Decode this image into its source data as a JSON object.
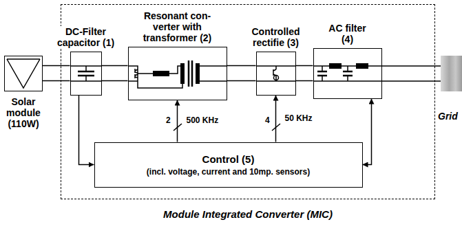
{
  "diagram": {
    "nodes": [
      {
        "text": [
          "Solar module (110W)"
        ]
      },
      {
        "text": [
          "Module Integrated Converter (MIC)"
        ]
      },
      {
        "text": [
          "DC-Filter capacitor (1)"
        ],
        "in": 1
      },
      {
        "text": [
          "Resonant con- verter with transformer (2)"
        ],
        "in": 1
      },
      {
        "text": [
          "Controlled rectifie (3)"
        ],
        "in": 1
      },
      {
        "text": [
          "AC filter (4)"
        ],
        "in": 1
      },
      {
        "text": [
          "Control (5)",
          "(incl. voltage, current and 10mp. sensors)"
        ],
        "in": 1
      },
      {
        "text": [
          "Grid"
        ]
      }
    ],
    "edges": [
      {
        "from": 0,
        "to": 2,
        "arrow": "none"
      },
      {
        "from": 2,
        "to": 3,
        "arrow": "none"
      },
      {
        "from": 3,
        "to": 4,
        "arrow": "none"
      },
      {
        "from": 4,
        "to": 5,
        "arrow": "none"
      },
      {
        "from": 5,
        "to": 7,
        "arrow": "none"
      },
      {
        "from": 2,
        "to": 6,
        "arrow": "to"
      },
      {
        "from": 6,
        "to": 3,
        "arrow": "to",
        "label": "500 KHz"
      },
      {
        "from": 6,
        "to": 4,
        "arrow": "to",
        "label": "50 KHz"
      },
      {
        "from": 6,
        "to": 5,
        "arrow": "both"
      }
    ],
    "labels": [
      "2",
      "4"
    ]
  }
}
